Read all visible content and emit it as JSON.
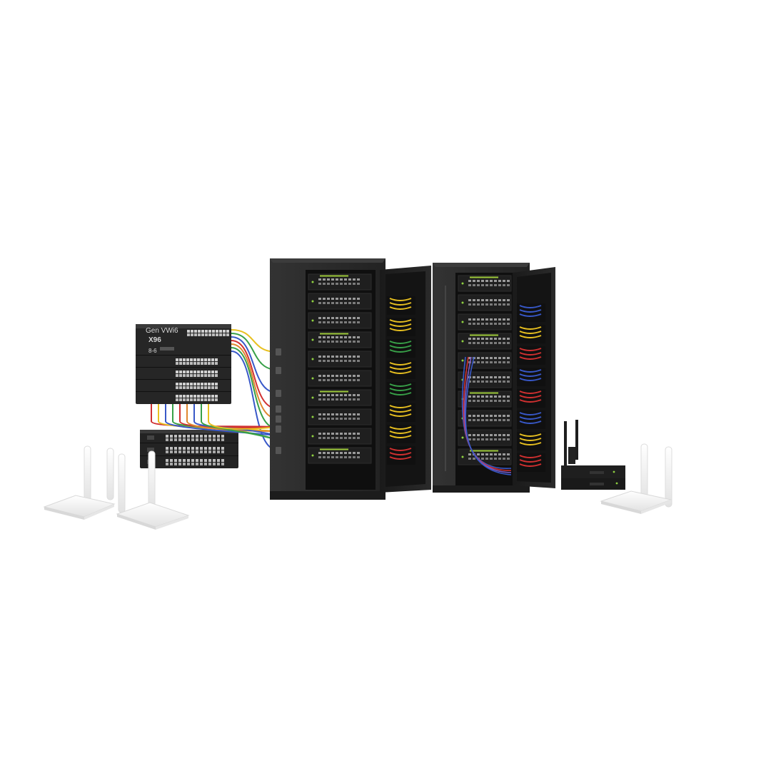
{
  "scene": {
    "colors": {
      "background": "#ffffff",
      "cabinet": "#2b2b2b",
      "cabinet_dark": "#181818",
      "router": "#f4f4f4",
      "cable_yellow": "#e8c020",
      "cable_red": "#d03030",
      "cable_blue": "#3858c8",
      "cable_green": "#38a048",
      "led_green": "#8ed040"
    },
    "switch_stack": {
      "label_top": "Gen VWi6",
      "label_id": "X96",
      "label_port": "8-6"
    }
  }
}
